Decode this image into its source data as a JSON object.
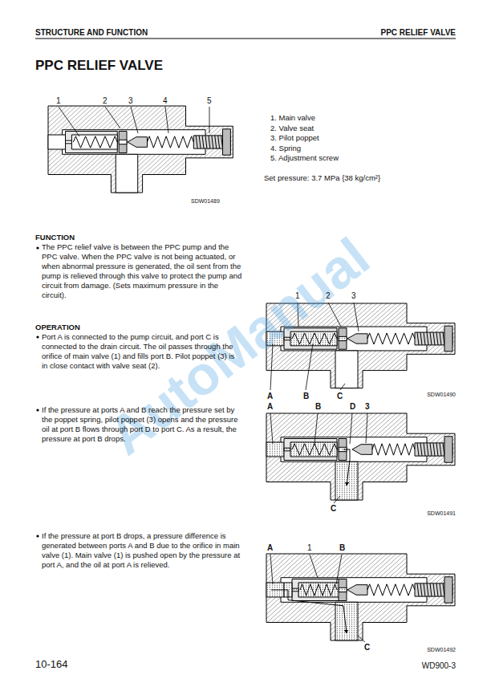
{
  "diagram": {
    "title": "PPC RELIEF VALVE",
    "labels": [
      "STRUCTURE AND FUNCTION",
      "PPC RELIEF VALVE",
      "1",
      "2",
      "3",
      "4",
      "5",
      "SDW01489",
      "1. Main valve",
      "2. Valve seat",
      "3. Pilot poppet",
      "4. Spring",
      "5. Adjustment screw",
      "Set pressure: 3.7 MPa {38 kg/cm²}",
      "FUNCTION",
      "The PPC relief valve is between the PPC pump and the PPC valve. When the PPC valve is not being actuated, or when abnormal pressure is generated, the oil sent from the pump is relieved through this valve to protect the pump and circuit from damage. (Sets maximum pressure in the circuit).",
      "OPERATION",
      "Port A is connected to the pump circuit, and port C is connected to the drain circuit. The oil passes through the orifice of main valve (1) and fills port B. Pilot poppet (3) is in close contact with valve seat (2).",
      "If the pressure at ports A and B reach the pressure set by the poppet spring, pilot poppet (3) opens and the pressure oil at port B flows through port D to port C. As a result, the pressure at port B drops.",
      "If the pressure at port B drops, a pressure difference is generated between ports A and B due to the orifice in main valve (1). Main valve (1) is pushed open by the pressure at port A, and the oil at port A is relieved.",
      "1",
      "2",
      "3",
      "A",
      "B",
      "C",
      "SDW01490",
      "A",
      "B",
      "D",
      "3",
      "C",
      "SDW01491",
      "1",
      "A",
      "B",
      "C",
      "SDW01492",
      "10-164",
      "WD900-3",
      "AutoManual"
    ]
  }
}
